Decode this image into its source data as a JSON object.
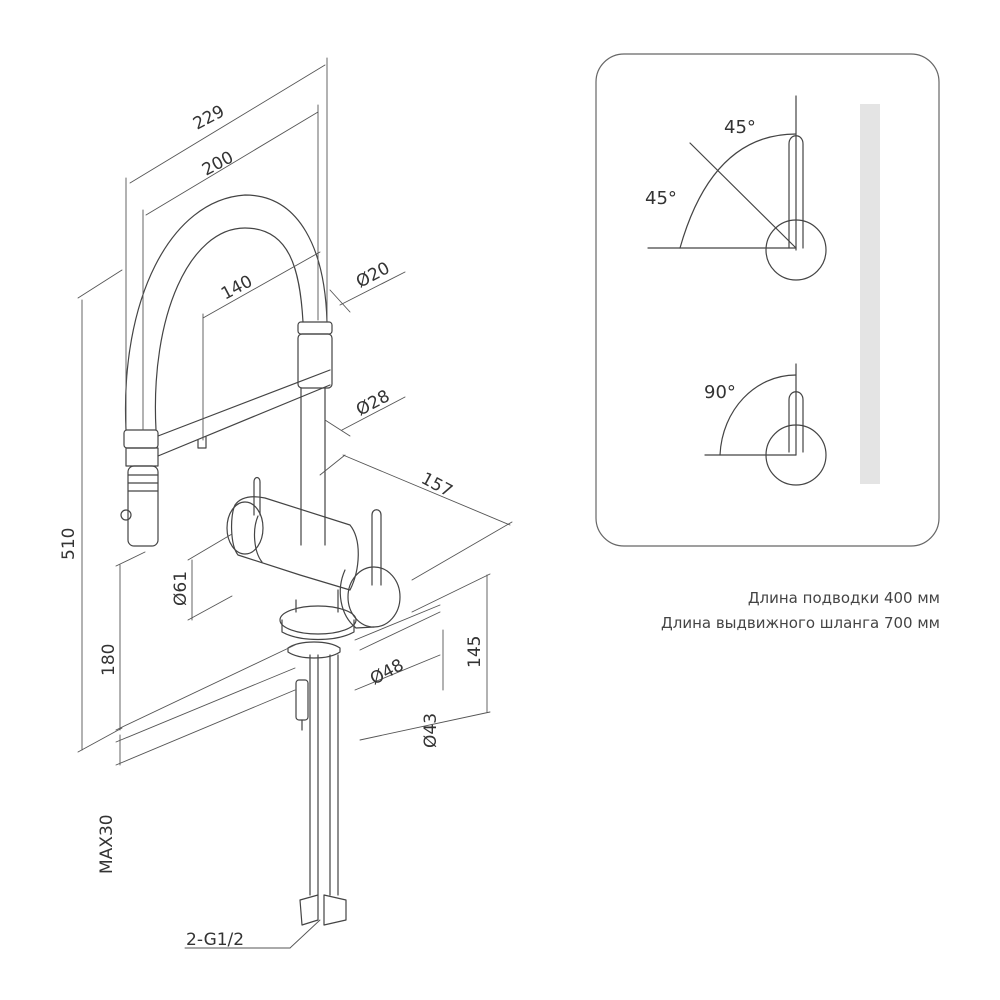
{
  "dimensions": {
    "width_229": "229",
    "width_200": "200",
    "reach_140": "140",
    "hose_diameter": "Ø20",
    "body_diameter": "Ø28",
    "depth_157": "157",
    "height_510": "510",
    "diameter_61": "Ø61",
    "height_180": "180",
    "diameter_48": "Ø48",
    "height_145": "145",
    "diameter_43": "Ø43",
    "max_counter": "MAX30",
    "connection": "2-G1/2"
  },
  "panel": {
    "angle_top_1": "45°",
    "angle_top_2": "45°",
    "angle_bottom": "90°"
  },
  "notes": {
    "line1": "Длина подводки 400 мм",
    "line2": "Длина выдвижного шланга 700 мм"
  }
}
